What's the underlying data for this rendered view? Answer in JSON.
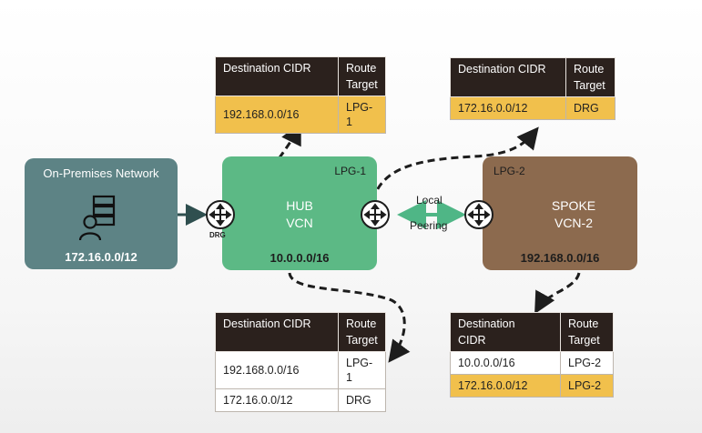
{
  "onprem": {
    "title": "On-Premises Network",
    "cidr": "172.16.0.0/12"
  },
  "hub": {
    "lpg": "LPG-1",
    "name1": "HUB",
    "name2": "VCN",
    "cidr": "10.0.0.0/16"
  },
  "spoke": {
    "lpg": "LPG-2",
    "name1": "SPOKE",
    "name2": "VCN-2",
    "cidr": "192.168.0.0/16"
  },
  "drg_label": "DRG",
  "peering": {
    "line1": "Local",
    "line2": "Peering"
  },
  "tables": {
    "top_left": {
      "headers": [
        "Destination CIDR",
        "Route\nTarget"
      ],
      "rows": [
        [
          "192.168.0.0/16",
          "LPG-1"
        ]
      ]
    },
    "top_right": {
      "headers": [
        "Destination CIDR",
        "Route\nTarget"
      ],
      "rows": [
        [
          "172.16.0.0/12",
          "DRG"
        ]
      ]
    },
    "bottom_left": {
      "headers": [
        "Destination CIDR",
        "Route\nTarget"
      ],
      "rows": [
        [
          "192.168.0.0/16",
          "LPG-1"
        ],
        [
          "172.16.0.0/12",
          "DRG"
        ]
      ]
    },
    "bottom_right": {
      "headers": [
        "Destination\nCIDR",
        "Route\nTarget"
      ],
      "rows": [
        [
          "10.0.0.0/16",
          "LPG-2"
        ],
        [
          "172.16.0.0/12",
          "LPG-2"
        ]
      ]
    }
  },
  "colors": {
    "onprem": "#5d8385",
    "hub": "#5cb985",
    "spoke": "#8c6a4e",
    "highlight": "#f1c04c",
    "header": "#2b211d",
    "peering_arrow": "#4fb686"
  }
}
